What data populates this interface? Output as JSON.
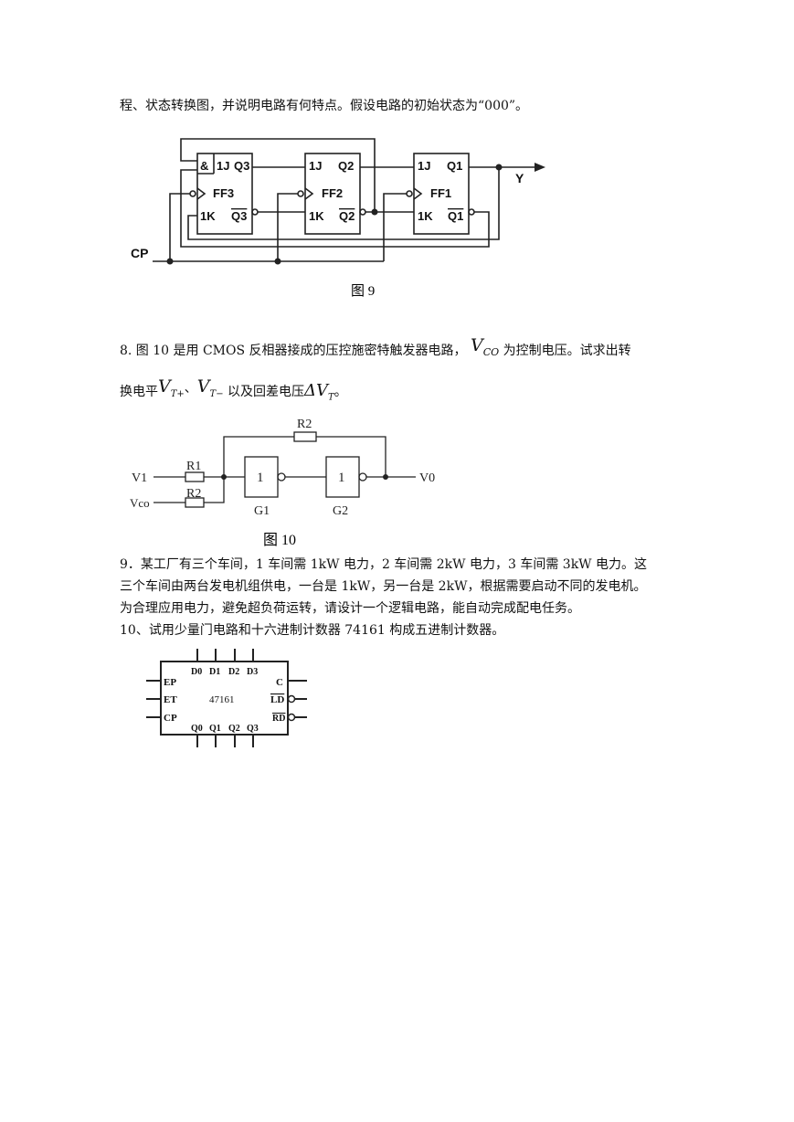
{
  "text": {
    "line1": "程、状态转换图，并说明电路有何特点。假设电路的初始状态为“000”。",
    "q8_a": "8. 图 10 是用 CMOS 反相器接成的压控施密特触发器电路，",
    "q8_b": "为控制电压。试求出转",
    "q8_c": "换电平",
    "q8_d": "、",
    "q8_e": "以及回差电压",
    "q8_f": "。",
    "q9_1": "9．某工厂有三个车间，1 车间需 1kW 电力，2 车间需 2kW 电力，3 车间需 3kW 电力。这",
    "q9_2": "三个车间由两台发电机组供电，一台是 1kW，另一台是 2kW，根据需要启动不同的发电机。",
    "q9_3": "为合理应用电力，避免超负荷运转，请设计一个逻辑电路，能自动完成配电任务。",
    "q10": "10、试用少量门电路和十六进制计数器 74161 构成五进制计数器。"
  },
  "math": {
    "vco_main": "V",
    "vco_sub": "CO",
    "vtp_main": "V",
    "vtp_sub": "T+",
    "vtm_main": "V",
    "vtm_sub": "T−",
    "dvt_main": "ΔV",
    "dvt_sub": "T"
  },
  "fig9": {
    "caption": "图 9",
    "ff3": {
      "j": "&",
      "j2": "1J",
      "q": "Q3",
      "name": "FF3",
      "k": "1K",
      "qb": "Q3"
    },
    "ff2": {
      "j": "1J",
      "q": "Q2",
      "name": "FF2",
      "k": "1K",
      "qb": "Q2"
    },
    "ff1": {
      "j": "1J",
      "q": "Q1",
      "name": "FF1",
      "k": "1K",
      "qb": "Q1"
    },
    "cp": "CP",
    "out": "Y"
  },
  "fig10": {
    "caption": "图 10",
    "r1": "R1",
    "r2_top": "R2",
    "r2_bot": "R2",
    "v1": "V1",
    "vco": "Vco",
    "vo": "V0",
    "g1": "1",
    "g2": "1",
    "g1_label": "G1",
    "g2_label": "G2"
  },
  "chip": {
    "name": "47161",
    "ep": "EP",
    "et": "ET",
    "cp": "CP",
    "d": [
      "D0",
      "D1",
      "D2",
      "D3"
    ],
    "q": [
      "Q0",
      "Q1",
      "Q2",
      "Q3"
    ],
    "c": "C",
    "ld": "LD",
    "rd": "RD"
  }
}
